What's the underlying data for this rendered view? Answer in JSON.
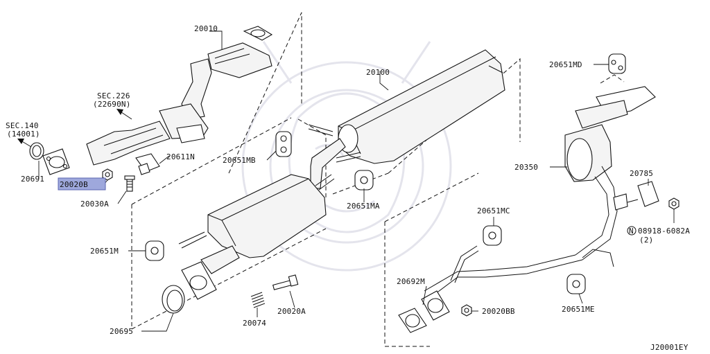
{
  "diagram": {
    "code": "J20001EY",
    "highlight_color": "#9ea8dc",
    "parts": [
      {
        "id": "p20010",
        "label": "20010"
      },
      {
        "id": "p20100",
        "label": "20100"
      },
      {
        "id": "p20651MD",
        "label": "20651MD"
      },
      {
        "id": "p20651MB",
        "label": "20651MB"
      },
      {
        "id": "p20651MA",
        "label": "20651MA"
      },
      {
        "id": "p20611N",
        "label": "20611N"
      },
      {
        "id": "p20691",
        "label": "20691"
      },
      {
        "id": "p20020B",
        "label": "20020B",
        "highlighted": true
      },
      {
        "id": "p20030A",
        "label": "20030A"
      },
      {
        "id": "p20350",
        "label": "20350"
      },
      {
        "id": "p20785",
        "label": "20785"
      },
      {
        "id": "p08918",
        "label": "08918-6082A"
      },
      {
        "id": "p08918qty",
        "label": "(2)"
      },
      {
        "id": "p20651MC",
        "label": "20651MC"
      },
      {
        "id": "p20651M",
        "label": "20651M"
      },
      {
        "id": "p20692M",
        "label": "20692M"
      },
      {
        "id": "p20020BB",
        "label": "20020BB"
      },
      {
        "id": "p20651ME",
        "label": "20651ME"
      },
      {
        "id": "p20074",
        "label": "20074"
      },
      {
        "id": "p20020A",
        "label": "20020A"
      },
      {
        "id": "p20695",
        "label": "20695"
      }
    ],
    "sections": [
      {
        "id": "s226",
        "title": "SEC.226",
        "ref": "(22690N)"
      },
      {
        "id": "s140",
        "title": "SEC.140",
        "ref": "(14001)"
      }
    ],
    "nut_symbol": "N"
  }
}
